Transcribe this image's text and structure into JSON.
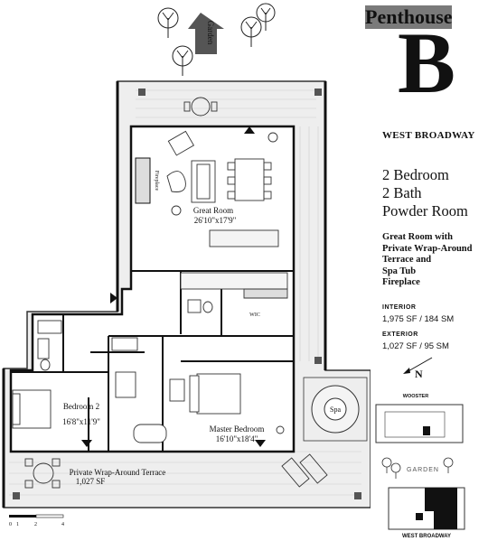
{
  "header": {
    "badge": "Penthouse",
    "unit_letter": "B",
    "street": "WEST BROADWAY"
  },
  "summary": {
    "bedrooms": "2 Bedroom",
    "baths": "2 Bath",
    "powder": "Powder Room"
  },
  "features": [
    "Great Room with",
    "Private Wrap-Around",
    "Terrace and",
    "Spa Tub",
    "Fireplace"
  ],
  "areas": {
    "interior_label": "INTERIOR",
    "interior_value": "1,975 SF / 184 SM",
    "exterior_label": "EXTERIOR",
    "exterior_value": "1,027 SF / 95 SM"
  },
  "north_label": "N",
  "plan": {
    "garden_arrow": "Garden",
    "fireplace": "Fireplace",
    "great_room": "Great Room",
    "great_room_dim": "26'10\"x17'9\"",
    "wic": "WIC",
    "bedroom2": "Bedroom 2",
    "bedroom2_dim": "16'8\"x11'9\"",
    "master": "Master Bedroom",
    "master_dim": "16'10\"x18'4\"",
    "terrace": "Private Wrap-Around Terrace",
    "terrace_sf": "1,027 SF",
    "spa": "Spa"
  },
  "scale_bar": [
    "0",
    "1",
    "2",
    "4"
  ],
  "keyplan": {
    "top_street": "WOOSTER",
    "garden": "GARDEN",
    "bottom_street": "WEST BROADWAY"
  }
}
